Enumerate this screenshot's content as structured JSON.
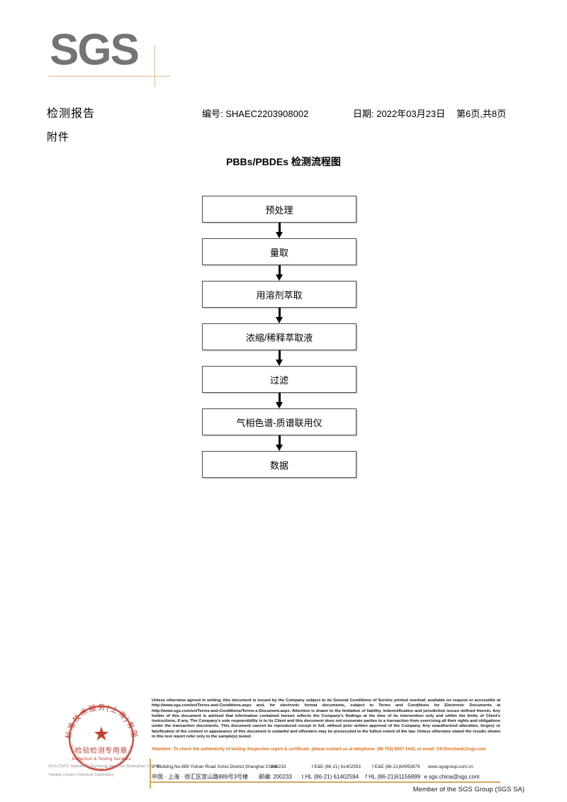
{
  "logo": {
    "text": "SGS",
    "line_color": "#d9b98e",
    "text_color": "#767472"
  },
  "header": {
    "title": "检测报告",
    "subtitle": "附件",
    "report_no": "编号: SHAEC2203908002",
    "date": "日期: 2022年03月23日",
    "page": "第6页,共8页"
  },
  "flowchart": {
    "title": "PBBs/PBDEs 检测流程图",
    "steps": [
      {
        "label": "预处理"
      },
      {
        "label": "量取"
      },
      {
        "label": "用溶剂萃取"
      },
      {
        "label": "浓缩/稀释萃取液"
      },
      {
        "label": "过滤"
      },
      {
        "label": "气相色谱-质谱联用仪"
      },
      {
        "label": "数据"
      }
    ]
  },
  "stamp": {
    "outer_text_cn": "通标标准技术服务(上海)有限公司",
    "inner_text_cn": "检验检测专用章",
    "inner_text_en": "Inspection & Testing Services",
    "star": "★",
    "color": "#c0392b",
    "gray_line_1": "SGS-CSTC Standards Technical Services (Shanghai) Co., Ltd.",
    "gray_line_2": "Testing Center-Chemical Laboratory"
  },
  "footer": {
    "legal": "Unless otherwise agreed in writing, this document is issued by the Company subject to its General Conditions of Service printed overleaf, available on request or accessible at http://www.sgs.com/en/Terms-and-Conditions.aspx and, for electronic format documents, subject to Terms and Conditions for Electronic Documents at http://www.sgs.com/en/Terms-and-Conditions/Terms-e-Document.aspx. Attention is drawn to the limitation of liability, indemnification and jurisdiction issues defined therein. Any holder of this document is advised that information contained hereon reflects the Company's findings at the time of its intervention only and within the limits of Client's instructions, if any. The Company's sole responsibility is to its Client and this document does not exonerate parties to a transaction from exercising all their rights and obligations under the transaction documents. This document cannot be reproduced except in full, without prior written approval of the Company. Any unauthorized alteration, forgery or falsification of the content or appearance of this document is unlawful and offenders may be prosecuted to the fullest extent of the law. Unless otherwise stated the results shown in this test report refer only to the sample(s) tested .",
    "attention": "Attention: To check the authenticity of testing /inspection report & certificate, please contact us at telephone: (86-755) 8307 1443, or email: CN.Doccheck@sgs.com",
    "attention_color": "#d96a10",
    "address": {
      "en_line": "3ʳᵈBuilding,No.889 Yishan Road Xuhui District,Shanghai China",
      "en_zip": "200233",
      "en_tel1": "t E&E (86-21) 61402553",
      "en_tel2": "f E&E (86-21)64953679",
      "en_web": "www.sgsgroup.com.cn",
      "cn_line": "中国 · 上海 · 徐汇区宜山路889号3号楼",
      "cn_zip": "邮编: 200233",
      "cn_tel1": "t HL (86-21) 61402594",
      "cn_tel2": "f HL (86-21)61156899",
      "cn_email": "e sgs.china@sgs.com"
    },
    "member": "Member of the SGS Group (SGS SA)",
    "divider_color": "#d9a55f"
  }
}
